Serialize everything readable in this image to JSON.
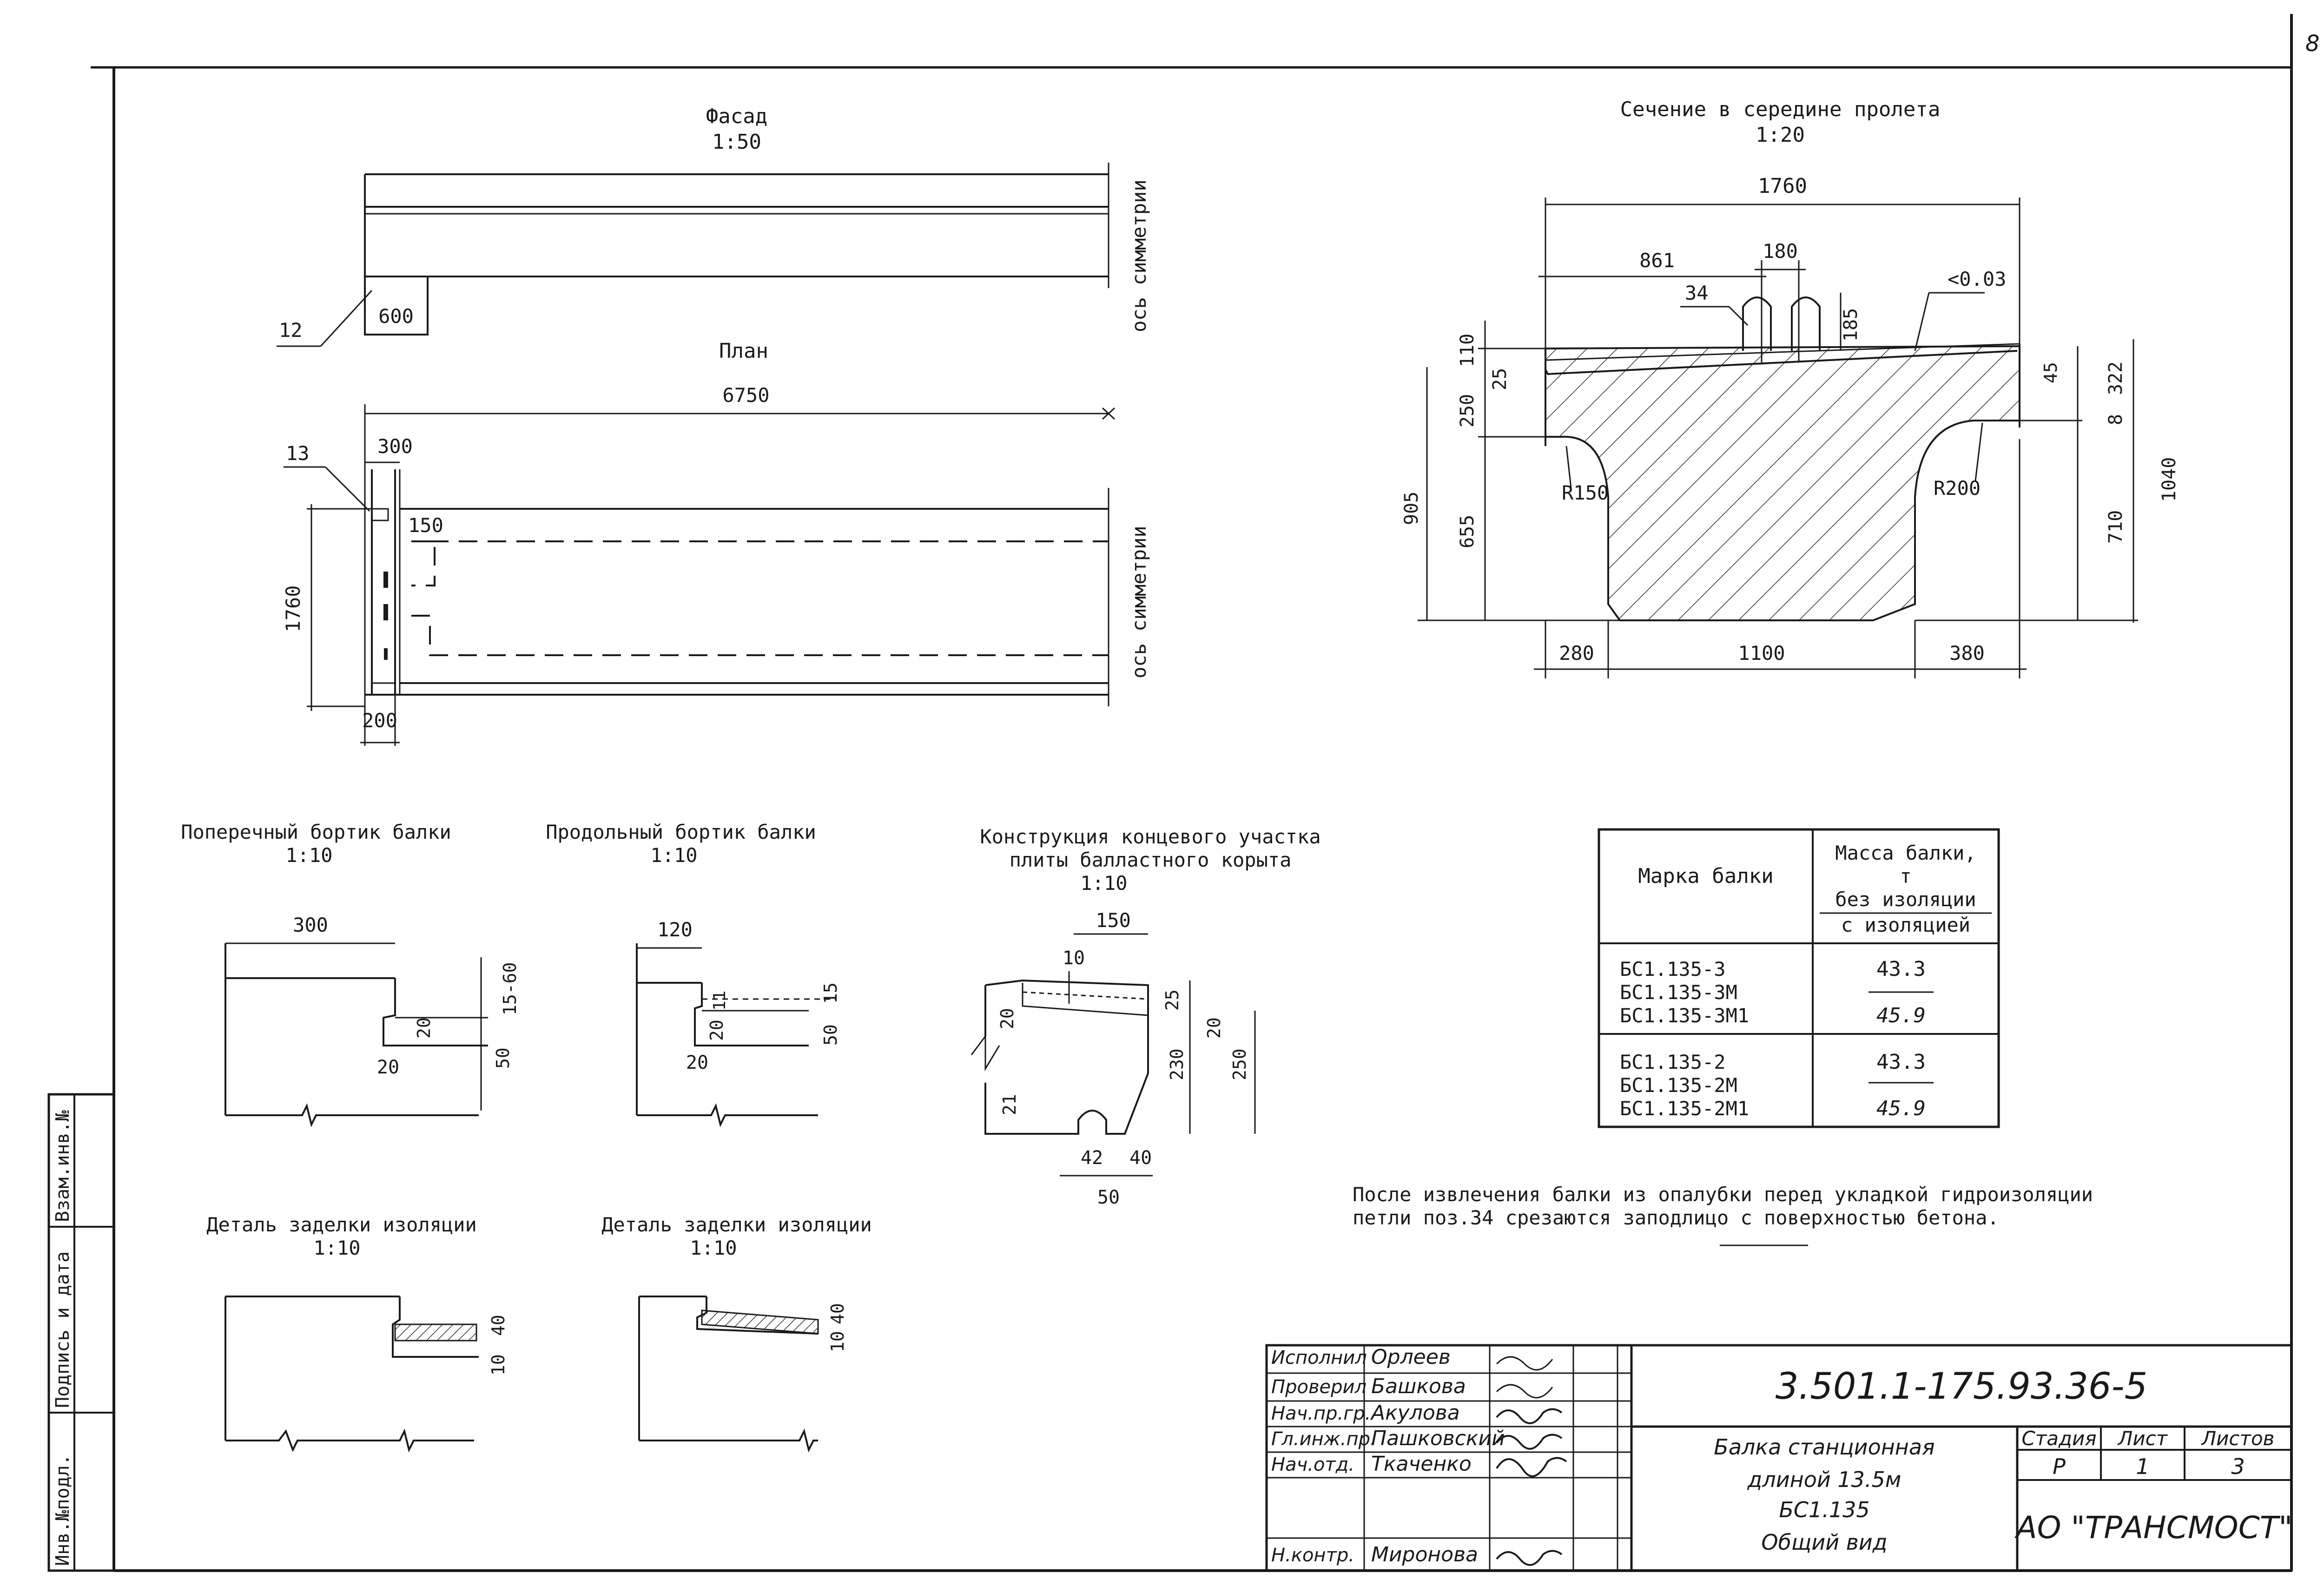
{
  "sheet_number": "8",
  "side_stamp": {
    "inv_no": "Инв.№подл.",
    "sign_date": "Подпись и дата",
    "vzam": "Взам.инв.№"
  },
  "facade": {
    "title": "Фасад",
    "scale": "1:50",
    "dim_600": "600",
    "callout_12": "12",
    "axis": "ось симметрии"
  },
  "plan": {
    "title": "План",
    "dim_6750": "6750",
    "dim_300": "300",
    "dim_150": "150",
    "dim_1760": "1760",
    "dim_200": "200",
    "callout_13": "13",
    "axis": "ось симметрии"
  },
  "section": {
    "title": "Сечение в середине пролета",
    "scale": "1:20",
    "dim_1760": "1760",
    "dim_180": "180",
    "dim_861": "861",
    "dim_34": "34",
    "slope": "<0.03",
    "dim_185": "185",
    "dim_110": "110",
    "dim_25": "25",
    "dim_250": "250",
    "dim_655": "655",
    "dim_905": "905",
    "r150": "R150",
    "r200": "R200",
    "dim_45": "45",
    "dim_322": "322",
    "dim_8": "8",
    "dim_710": "710",
    "dim_1040": "1040",
    "dim_280": "280",
    "dim_1100": "1100",
    "dim_380": "380"
  },
  "transverse": {
    "title": "Поперечный бортик балки",
    "scale": "1:10",
    "dim_300": "300",
    "dim_20a": "20",
    "dim_15_60": "15-60",
    "dim_50": "50",
    "dim_20b": "20"
  },
  "longitudinal": {
    "title": "Продольный бортик балки",
    "scale": "1:10",
    "dim_120": "120",
    "dim_11": "11",
    "dim_15": "15",
    "dim_20a": "20",
    "dim_50": "50",
    "dim_20b": "20"
  },
  "end_section": {
    "title_l1": "Конструкция концевого участка",
    "title_l2": "плиты балластного корыта",
    "scale": "1:10",
    "dim_150": "150",
    "dim_10": "10",
    "dim_20a": "20",
    "dim_25": "25",
    "dim_20b": "20",
    "dim_230": "230",
    "dim_250": "250",
    "dim_21": "21",
    "dim_42": "42",
    "dim_40": "40",
    "dim_50": "50"
  },
  "detail_a": {
    "title": "Деталь заделки изоляции",
    "scale": "1:10",
    "dim_40": "40",
    "dim_10": "10"
  },
  "detail_b": {
    "title": "Деталь заделки изоляции",
    "scale": "1:10",
    "dim_40": "40",
    "dim_10": "10"
  },
  "mass_table": {
    "col1_header": "Марка балки",
    "col2_header_l1": "Масса балки,",
    "col2_header_l2": "т",
    "col2_header_l3": "без изоляции",
    "col2_header_l4": "с изоляцией",
    "groups": [
      {
        "marks": [
          "БС1.135-3",
          "БС1.135-3М",
          "БС1.135-3М1"
        ],
        "without": "43.3",
        "with": "45.9"
      },
      {
        "marks": [
          "БС1.135-2",
          "БС1.135-2М",
          "БС1.135-2М1"
        ],
        "without": "43.3",
        "with": "45.9"
      }
    ]
  },
  "note": {
    "line1": "После извлечения балки из опалубки перед укладкой гидроизоляции",
    "line2": "петли поз.34 срезаются заподлицо с поверхностью бетона."
  },
  "title_block": {
    "signers": [
      {
        "role": "Исполнил",
        "name": "Орлеев"
      },
      {
        "role": "Проверил",
        "name": "Башкова"
      },
      {
        "role": "Нач.пр.гр.",
        "name": "Акулова"
      },
      {
        "role": "Гл.инж.пр.",
        "name": "Пашковский"
      },
      {
        "role": "Нач.отд.",
        "name": "Ткаченко"
      },
      {
        "role": "",
        "name": ""
      },
      {
        "role": "Н.контр.",
        "name": "Миронова"
      }
    ],
    "code": "3.501.1-175.93.36-5",
    "desc_l1": "Балка станционная",
    "desc_l2": "длиной 13.5м",
    "desc_l3": "БС1.135",
    "desc_l4": "Общий вид",
    "stage_label": "Стадия",
    "sheet_label": "Лист",
    "sheets_label": "Листов",
    "stage": "Р",
    "sheet": "1",
    "sheets": "3",
    "company": "АО \"ТРАНСМОСТ\""
  }
}
